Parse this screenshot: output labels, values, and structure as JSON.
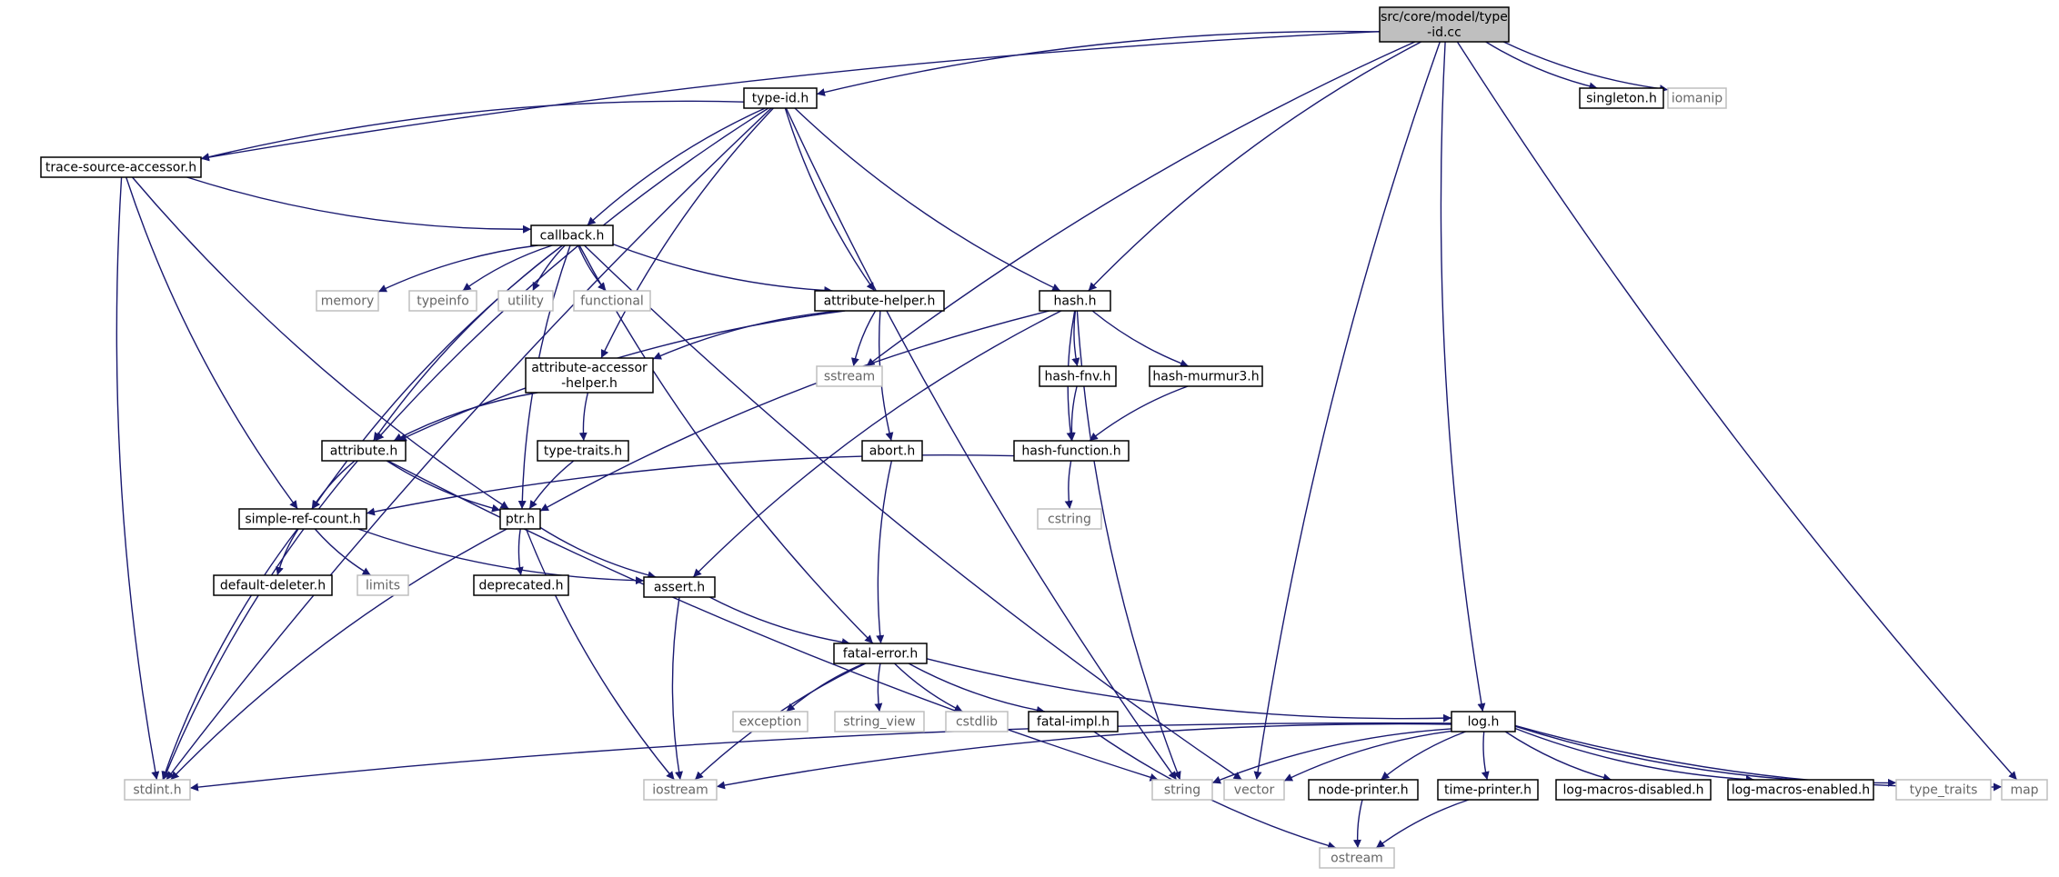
{
  "colors": {
    "edge": "#191970",
    "root_fill": "#bfbfbf",
    "node_border": "#000000",
    "system_border": "#bfbfbf",
    "system_text": "#666666"
  },
  "nodes": [
    {
      "id": "root",
      "lines": [
        "src/core/model/type",
        "-id.cc"
      ],
      "kind": "root"
    },
    {
      "id": "typeid",
      "lines": [
        "type-id.h"
      ],
      "kind": "local"
    },
    {
      "id": "singleton",
      "lines": [
        "singleton.h"
      ],
      "kind": "local"
    },
    {
      "id": "iomanip",
      "lines": [
        "iomanip"
      ],
      "kind": "system"
    },
    {
      "id": "tsa",
      "lines": [
        "trace-source-accessor.h"
      ],
      "kind": "local"
    },
    {
      "id": "callback",
      "lines": [
        "callback.h"
      ],
      "kind": "local"
    },
    {
      "id": "memory",
      "lines": [
        "memory"
      ],
      "kind": "system"
    },
    {
      "id": "typeinfo",
      "lines": [
        "typeinfo"
      ],
      "kind": "system"
    },
    {
      "id": "utility",
      "lines": [
        "utility"
      ],
      "kind": "system"
    },
    {
      "id": "functional",
      "lines": [
        "functional"
      ],
      "kind": "system"
    },
    {
      "id": "ahelper",
      "lines": [
        "attribute-helper.h"
      ],
      "kind": "local"
    },
    {
      "id": "hash",
      "lines": [
        "hash.h"
      ],
      "kind": "local"
    },
    {
      "id": "aahelper",
      "lines": [
        "attribute-accessor",
        "-helper.h"
      ],
      "kind": "local"
    },
    {
      "id": "sstream",
      "lines": [
        "sstream"
      ],
      "kind": "system"
    },
    {
      "id": "hashfnv",
      "lines": [
        "hash-fnv.h"
      ],
      "kind": "local"
    },
    {
      "id": "hashmurmur",
      "lines": [
        "hash-murmur3.h"
      ],
      "kind": "local"
    },
    {
      "id": "attribute",
      "lines": [
        "attribute.h"
      ],
      "kind": "local"
    },
    {
      "id": "typetraits",
      "lines": [
        "type-traits.h"
      ],
      "kind": "local"
    },
    {
      "id": "abort",
      "lines": [
        "abort.h"
      ],
      "kind": "local"
    },
    {
      "id": "hashfunc",
      "lines": [
        "hash-function.h"
      ],
      "kind": "local"
    },
    {
      "id": "src",
      "lines": [
        "simple-ref-count.h"
      ],
      "kind": "local"
    },
    {
      "id": "ptr",
      "lines": [
        "ptr.h"
      ],
      "kind": "local"
    },
    {
      "id": "cstring",
      "lines": [
        "cstring"
      ],
      "kind": "system"
    },
    {
      "id": "defdel",
      "lines": [
        "default-deleter.h"
      ],
      "kind": "local"
    },
    {
      "id": "limits",
      "lines": [
        "limits"
      ],
      "kind": "system"
    },
    {
      "id": "deprecated",
      "lines": [
        "deprecated.h"
      ],
      "kind": "local"
    },
    {
      "id": "assert",
      "lines": [
        "assert.h"
      ],
      "kind": "local"
    },
    {
      "id": "fatalerror",
      "lines": [
        "fatal-error.h"
      ],
      "kind": "local"
    },
    {
      "id": "exception",
      "lines": [
        "exception"
      ],
      "kind": "system"
    },
    {
      "id": "stringview",
      "lines": [
        "string_view"
      ],
      "kind": "system"
    },
    {
      "id": "cstdlib",
      "lines": [
        "cstdlib"
      ],
      "kind": "system"
    },
    {
      "id": "fatalimpl",
      "lines": [
        "fatal-impl.h"
      ],
      "kind": "local"
    },
    {
      "id": "log",
      "lines": [
        "log.h"
      ],
      "kind": "local"
    },
    {
      "id": "stdint",
      "lines": [
        "stdint.h"
      ],
      "kind": "system"
    },
    {
      "id": "iostream",
      "lines": [
        "iostream"
      ],
      "kind": "system"
    },
    {
      "id": "string",
      "lines": [
        "string"
      ],
      "kind": "system"
    },
    {
      "id": "vector",
      "lines": [
        "vector"
      ],
      "kind": "system"
    },
    {
      "id": "nodeprinter",
      "lines": [
        "node-printer.h"
      ],
      "kind": "local"
    },
    {
      "id": "timeprinter",
      "lines": [
        "time-printer.h"
      ],
      "kind": "local"
    },
    {
      "id": "lmd",
      "lines": [
        "log-macros-disabled.h"
      ],
      "kind": "local"
    },
    {
      "id": "lme",
      "lines": [
        "log-macros-enabled.h"
      ],
      "kind": "local"
    },
    {
      "id": "typetraitsstd",
      "lines": [
        "type_traits"
      ],
      "kind": "system"
    },
    {
      "id": "map",
      "lines": [
        "map"
      ],
      "kind": "system"
    },
    {
      "id": "ostream",
      "lines": [
        "ostream"
      ],
      "kind": "system"
    }
  ],
  "edges": [
    [
      "root",
      "typeid"
    ],
    [
      "root",
      "tsa"
    ],
    [
      "root",
      "hash"
    ],
    [
      "root",
      "sstream"
    ],
    [
      "root",
      "vector"
    ],
    [
      "root",
      "log"
    ],
    [
      "root",
      "map"
    ],
    [
      "root",
      "singleton"
    ],
    [
      "root",
      "iomanip"
    ],
    [
      "typeid",
      "tsa"
    ],
    [
      "typeid",
      "callback"
    ],
    [
      "typeid",
      "attribute"
    ],
    [
      "typeid",
      "aahelper"
    ],
    [
      "typeid",
      "ahelper"
    ],
    [
      "typeid",
      "hash"
    ],
    [
      "typeid",
      "stdint"
    ],
    [
      "typeid",
      "string"
    ],
    [
      "tsa",
      "callback"
    ],
    [
      "tsa",
      "stdint"
    ],
    [
      "tsa",
      "src"
    ],
    [
      "tsa",
      "ptr"
    ],
    [
      "callback",
      "memory"
    ],
    [
      "callback",
      "typeinfo"
    ],
    [
      "callback",
      "utility"
    ],
    [
      "callback",
      "functional"
    ],
    [
      "callback",
      "ahelper"
    ],
    [
      "callback",
      "attribute"
    ],
    [
      "callback",
      "src"
    ],
    [
      "callback",
      "ptr"
    ],
    [
      "callback",
      "fatalerror"
    ],
    [
      "callback",
      "vector"
    ],
    [
      "ahelper",
      "aahelper"
    ],
    [
      "ahelper",
      "attribute"
    ],
    [
      "ahelper",
      "sstream"
    ],
    [
      "ahelper",
      "abort"
    ],
    [
      "hash",
      "hashfnv"
    ],
    [
      "hash",
      "hashmurmur"
    ],
    [
      "hash",
      "hashfunc"
    ],
    [
      "hash",
      "ptr"
    ],
    [
      "hash",
      "assert"
    ],
    [
      "hash",
      "string"
    ],
    [
      "aahelper",
      "attribute"
    ],
    [
      "aahelper",
      "typetraits"
    ],
    [
      "hashfnv",
      "hashfunc"
    ],
    [
      "hashmurmur",
      "hashfunc"
    ],
    [
      "attribute",
      "src"
    ],
    [
      "attribute",
      "ptr"
    ],
    [
      "attribute",
      "stdint"
    ],
    [
      "attribute",
      "string"
    ],
    [
      "typetraits",
      "ptr"
    ],
    [
      "abort",
      "fatalerror"
    ],
    [
      "hashfunc",
      "src"
    ],
    [
      "hashfunc",
      "cstring"
    ],
    [
      "src",
      "defdel"
    ],
    [
      "src",
      "limits"
    ],
    [
      "src",
      "assert"
    ],
    [
      "src",
      "stdint"
    ],
    [
      "ptr",
      "deprecated"
    ],
    [
      "ptr",
      "assert"
    ],
    [
      "ptr",
      "iostream"
    ],
    [
      "ptr",
      "stdint"
    ],
    [
      "assert",
      "fatalerror"
    ],
    [
      "assert",
      "iostream"
    ],
    [
      "fatalerror",
      "exception"
    ],
    [
      "fatalerror",
      "stringview"
    ],
    [
      "fatalerror",
      "cstdlib"
    ],
    [
      "fatalerror",
      "fatalimpl"
    ],
    [
      "fatalerror",
      "log"
    ],
    [
      "fatalerror",
      "iostream"
    ],
    [
      "fatalimpl",
      "ostream"
    ],
    [
      "log",
      "stdint"
    ],
    [
      "log",
      "iostream"
    ],
    [
      "log",
      "string"
    ],
    [
      "log",
      "vector"
    ],
    [
      "log",
      "nodeprinter"
    ],
    [
      "log",
      "timeprinter"
    ],
    [
      "log",
      "lmd"
    ],
    [
      "log",
      "lme"
    ],
    [
      "log",
      "typetraitsstd"
    ],
    [
      "log",
      "map"
    ],
    [
      "nodeprinter",
      "ostream"
    ],
    [
      "timeprinter",
      "ostream"
    ]
  ]
}
